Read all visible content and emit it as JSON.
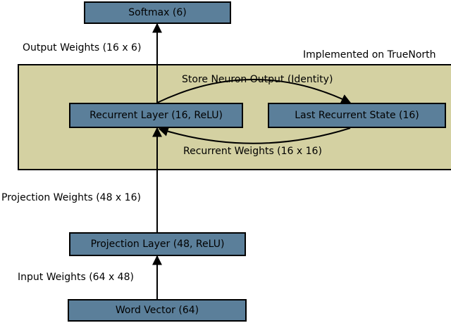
{
  "colors": {
    "node_fill": "#5b7f9a",
    "region_fill": "#d4d1a2",
    "stroke": "#000000"
  },
  "region": {
    "label": "Implemented on TrueNorth"
  },
  "nodes": {
    "softmax": "Softmax (6)",
    "recurrent_layer": "Recurrent Layer (16, ReLU)",
    "last_recurrent_state": "Last Recurrent State (16)",
    "projection_layer": "Projection Layer (48, ReLU)",
    "word_vector": "Word Vector (64)"
  },
  "edges": {
    "output_weights": "Output Weights (16 x 6)",
    "store_neuron_output": "Store Neuron Output (Identity)",
    "recurrent_weights": "Recurrent Weights (16 x 16)",
    "projection_weights": "Projection Weights (48 x 16)",
    "input_weights": "Input Weights (64 x 48)"
  }
}
